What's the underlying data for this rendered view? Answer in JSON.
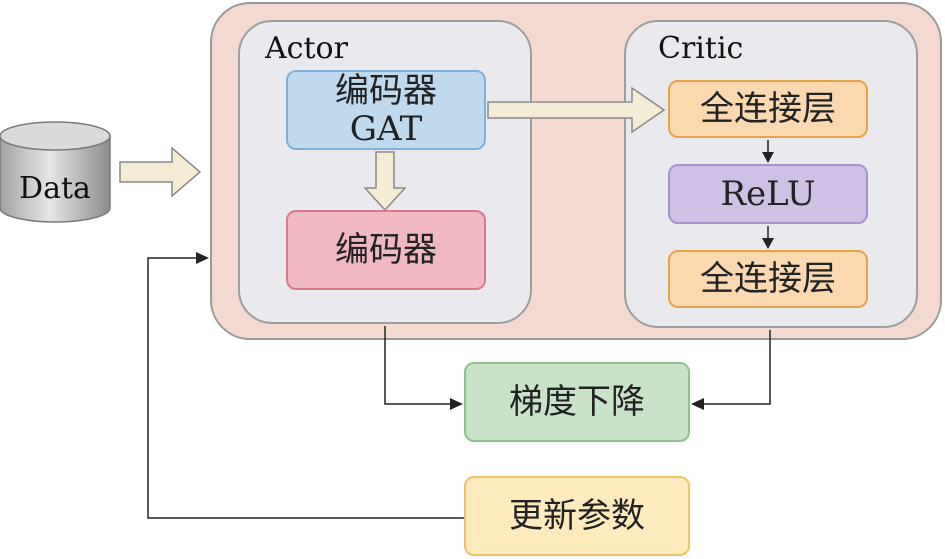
{
  "actor": {
    "title": "Actor",
    "encoder_gat": {
      "line1": "编码器",
      "line2": "GAT"
    },
    "encoder": "编码器"
  },
  "critic": {
    "title": "Critic",
    "fc1": "全连接层",
    "relu": "ReLU",
    "fc2": "全连接层"
  },
  "data_label": "Data",
  "gradient_descent": "梯度下降",
  "update_params": "更新参数",
  "colors": {
    "outer_bg": "#f3d9d0",
    "panel_bg": "#eaeaee",
    "encoder_gat": "#bfd9ef",
    "encoder": "#f0b8c1",
    "fully_connected": "#fbd8b0",
    "relu": "#cfc0e6",
    "gradient": "#c9e3c8",
    "update": "#fdebbd",
    "hollow_arrow": "#f4ecd4"
  }
}
